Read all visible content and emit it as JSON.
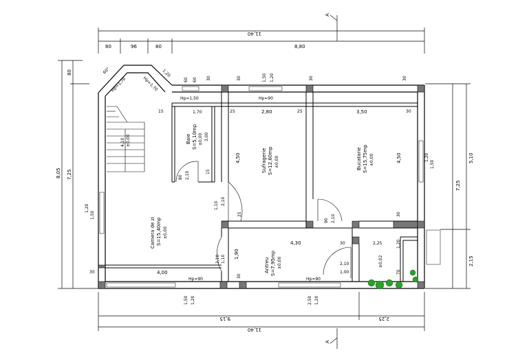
{
  "section_marker": "A",
  "dims_top": {
    "overall": "11,40",
    "parts": [
      "80",
      "96",
      "80",
      "8,80"
    ]
  },
  "dims_bottom": {
    "overall": "11,40",
    "parts": [
      "9,15",
      "2,25"
    ]
  },
  "dims_left": {
    "overall": "8,05",
    "inner": "7,25",
    "top_part": "80"
  },
  "dims_right": {
    "overall": "7,25",
    "parts": [
      "5,10",
      "2,15"
    ]
  },
  "bay": {
    "angle_a": "60°",
    "angle_b": "1,20",
    "window_a": "Hp=1,70",
    "window_b": "Hp=1,70",
    "window_c": "60",
    "small_a": "60",
    "small_b": "60"
  },
  "rooms": {
    "baie": {
      "name": "Baie",
      "area": "S=5,10mp",
      "level": "±0,00",
      "dims": "3,00",
      "width": "1,70"
    },
    "sufragerie": {
      "name": "Sufragerie",
      "area": "S=12,60mp",
      "level": "±0,00",
      "width": "2,80",
      "height": "4,50"
    },
    "bucatarie": {
      "name": "Bucatarie",
      "area": "S=15,75mp",
      "level": "±0,00",
      "width": "3,50",
      "height": "4,50"
    },
    "camera": {
      "name": "Camera de zi",
      "area": "S=15,40mp",
      "level": "±0,00",
      "width": "4,00"
    },
    "antreu": {
      "name": "Antreu",
      "area": "S=7,95mp",
      "level": "±0,00",
      "width": "4,30",
      "height": "1,90"
    },
    "stairs": {
      "label_a": "4,10",
      "label_b": "±0,00"
    }
  },
  "openings": {
    "w_top_1": "1,50",
    "w_top_1b": "1,20",
    "w_top_hp": "Hp=90",
    "w_baie_hp": "Hp=1,50",
    "w_kitchen_1": "1,20",
    "w_kitchen_2": "1,50",
    "w_left_1": "1,20",
    "w_left_2": "1,50",
    "d_baie_1": "80",
    "d_baie_2": "2,10",
    "d_camera_1": "1,10",
    "d_camera_2": "2,10",
    "d_antreu_1": "2,10",
    "d_antreu_2": "1,10",
    "d_suf_1": "90",
    "d_suf_2": "2,10",
    "d_entry_1": "1,00",
    "d_entry_2": "2,10",
    "w_bottom_1": "1,50",
    "w_bottom_1b": "1,20",
    "w_bottom_2": "2,50",
    "w_bottom_2b": "1,20",
    "hp_bottom_1": "Hp=90",
    "hp_bottom_2": "Hp=90",
    "terrace": "±0,02"
  },
  "walls": {
    "t15": "15",
    "t25a": "25",
    "t25b": "25",
    "t30a": "30",
    "t30b": "30",
    "t30c": "30",
    "t30d": "30",
    "t30e": "30",
    "t30f": "30",
    "t30g": "30",
    "t30h": "30",
    "t30i": "30",
    "t15b": "15",
    "t25c": "25",
    "t70": "70",
    "t120": "1,20",
    "t225": "2,25"
  }
}
